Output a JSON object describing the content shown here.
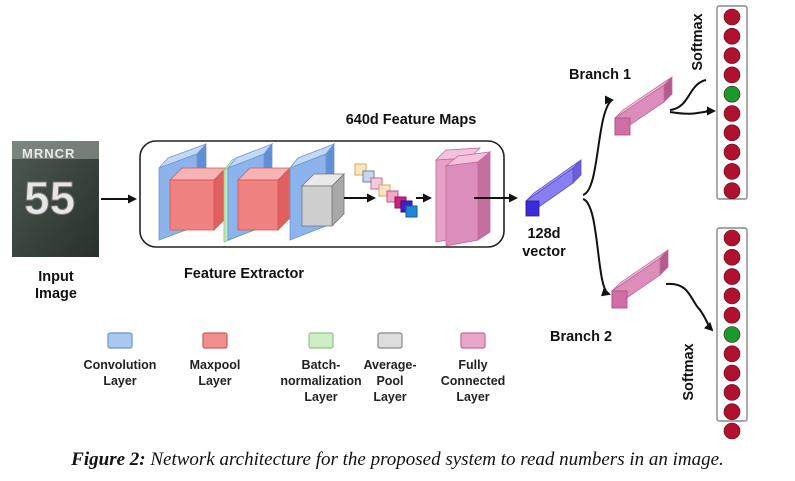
{
  "input": {
    "image_text": "55",
    "label_line1": "Input",
    "label_line2": "Image"
  },
  "feature_maps_label": "640d Feature Maps",
  "feature_extractor_label": "Feature Extractor",
  "vector_label_line1": "128d",
  "vector_label_line2": "vector",
  "branches": [
    {
      "label": "Branch 1",
      "softmax_label": "Softmax",
      "highlighted_index": 4,
      "circle_count": 10
    },
    {
      "label": "Branch 2",
      "softmax_label": "Softmax",
      "highlighted_index": 5,
      "circle_count": 11
    }
  ],
  "legend": [
    {
      "lines": [
        "Convolution",
        "Layer"
      ],
      "fill": "#a9c9f0",
      "stroke": "#6f95cf"
    },
    {
      "lines": [
        "Maxpool",
        "Layer"
      ],
      "fill": "#f18f8f",
      "stroke": "#d25858"
    },
    {
      "lines": [
        "Batch-",
        "normalization",
        "Layer"
      ],
      "fill": "#cfeec8",
      "stroke": "#8ec487"
    },
    {
      "lines": [
        "Average-",
        "Pool",
        "Layer"
      ],
      "fill": "#dddddd",
      "stroke": "#888888"
    },
    {
      "lines": [
        "Fully",
        "Connected",
        "Layer"
      ],
      "fill": "#e8a6c9",
      "stroke": "#c26a98"
    }
  ],
  "colors": {
    "conv": "#7aa6e6",
    "maxpool": "#ee7a7a",
    "batchnorm": "#9fd89a",
    "avgpool": "#c4c4c4",
    "fc": "#d98ab8",
    "vector": "#6f63e6",
    "softmax_circle": "#b0112e",
    "softmax_active": "#1a9a2a"
  },
  "caption": {
    "figure": "Figure 2:",
    "text": " Network architecture for the proposed system to read numbers in an image."
  }
}
